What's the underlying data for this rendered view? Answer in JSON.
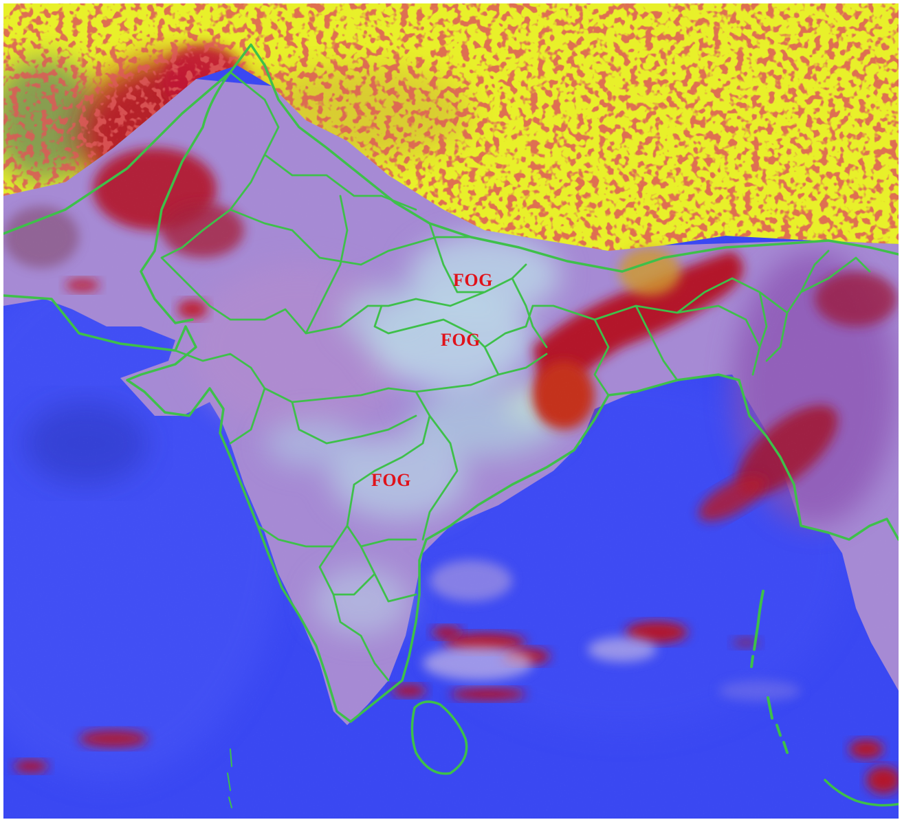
{
  "labels": {
    "fog_north": "FOG",
    "fog_central": "FOG",
    "fog_south": "FOG"
  },
  "colors": {
    "ocean": "#3a48f2",
    "land_haze": "#a68ad4",
    "fog": "#b9d3e6",
    "high_cloud": "#e8f02a",
    "convective_cloud": "#b3192c",
    "boundary": "#3ec04a",
    "label": "#e0121a"
  }
}
